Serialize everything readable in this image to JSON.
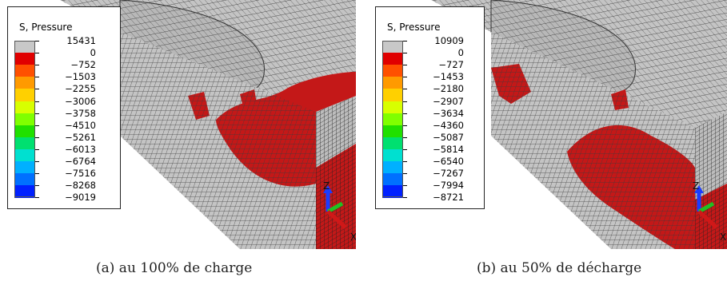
{
  "panels": [
    {
      "legend_title": "S, Pressure",
      "values": [
        "15431",
        "0",
        "−752",
        "−1503",
        "−2255",
        "−3006",
        "−3758",
        "−4510",
        "−5261",
        "−6013",
        "−6764",
        "−7516",
        "−8268",
        "−9019"
      ],
      "caption": "(a)  au 100% de charge",
      "axis_x": "X",
      "axis_z": "Z"
    },
    {
      "legend_title": "S, Pressure",
      "values": [
        "10909",
        "0",
        "−727",
        "−1453",
        "−2180",
        "−2907",
        "−3634",
        "−4360",
        "−5087",
        "−5814",
        "−6540",
        "−7267",
        "−7994",
        "−8721"
      ],
      "caption": "(b)  au 50% de décharge",
      "axis_x": "X",
      "axis_z": "Z"
    }
  ],
  "legend_colors": [
    "#c8c8c8",
    "#e00000",
    "#ff5000",
    "#ff9a00",
    "#ffd000",
    "#d8ff00",
    "#80ff00",
    "#20e000",
    "#00e070",
    "#00e0d0",
    "#00b0ff",
    "#0070ff",
    "#0020ff"
  ],
  "mesh_colors": {
    "surface": "#c4c4c4",
    "contact": "#c41818",
    "line": "#444444"
  }
}
